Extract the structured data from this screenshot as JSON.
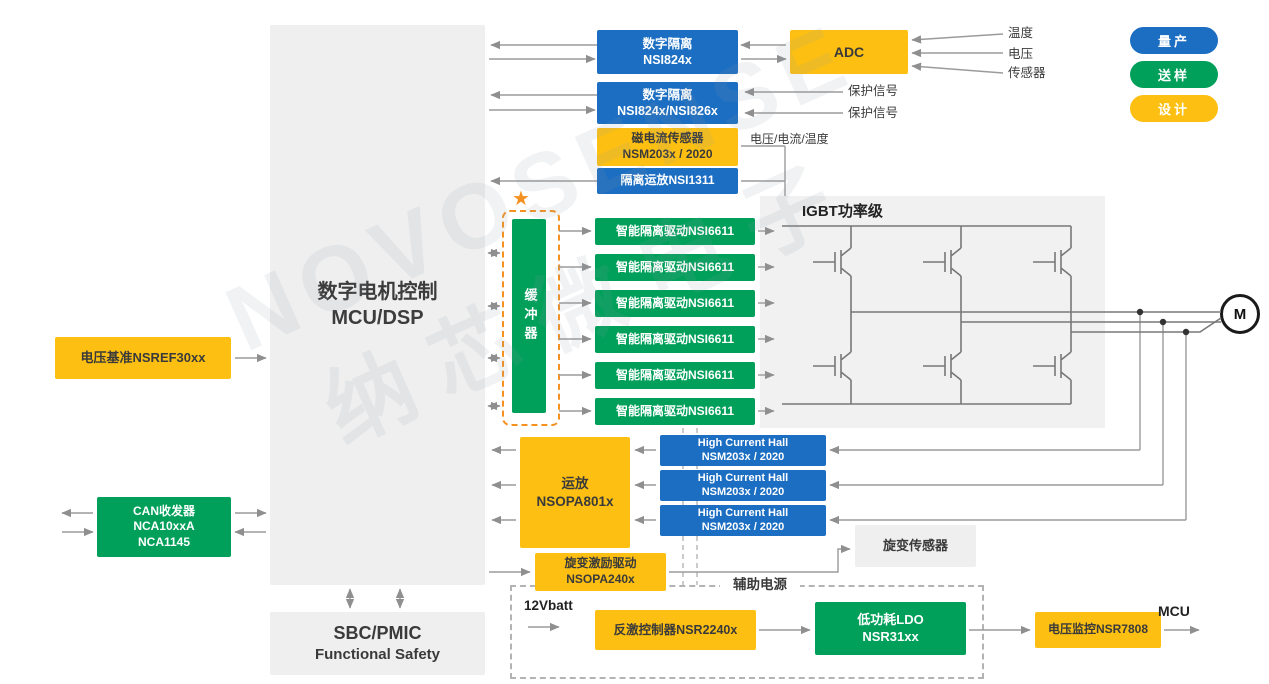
{
  "palette": {
    "blue": "#1b6ec2",
    "green": "#00a05a",
    "yellow": "#fdc012",
    "orange_dashed": "#f59120",
    "gray_block": "#efefef",
    "arrow": "#999999"
  },
  "legend": {
    "items": [
      {
        "label": "量产"
      },
      {
        "label": "送样"
      },
      {
        "label": "设计"
      }
    ]
  },
  "mcu": {
    "line1": "数字电机控制",
    "line2": "MCU/DSP"
  },
  "sbc": {
    "line1": "SBC/PMIC",
    "line2": "Functional Safety"
  },
  "left": {
    "vref": {
      "label": "电压基准NSREF30xx"
    },
    "can": {
      "line1": "CAN收发器",
      "line2": "NCA10xxA",
      "line3": "NCA1145"
    }
  },
  "top": {
    "iso1": {
      "line1": "数字隔离",
      "line2": "NSI824x"
    },
    "adc": {
      "label": "ADC"
    },
    "adc_inputs": [
      "温度",
      "电压",
      "传感器"
    ],
    "iso2": {
      "line1": "数字隔离",
      "line2": "NSI824x/NSI826x"
    },
    "protect1": "保护信号",
    "protect2": "保护信号",
    "mag": {
      "line1": "磁电流传感器",
      "line2": "NSM203x / 2020"
    },
    "isoamp": {
      "label": "隔离运放NSI1311"
    },
    "sense_label": "电压/电流/温度"
  },
  "driver": {
    "star": "★",
    "buffer": {
      "label": "缓冲器"
    },
    "gate_driver_label": "智能隔离驱动NSI6611"
  },
  "igbt": {
    "title": "IGBT功率级",
    "motor": "M"
  },
  "hall": {
    "line1": "High Current Hall",
    "line2": "NSM203x / 2020"
  },
  "opamp": {
    "line1": "运放",
    "line2": "NSOPA801x"
  },
  "resolver": {
    "exciter": {
      "line1": "旋变激励驱动",
      "line2": "NSOPA240x"
    },
    "sensor": {
      "label": "旋变传感器"
    }
  },
  "aux": {
    "title": "辅助电源",
    "vbatt": "12Vbatt",
    "flyback": {
      "label": "反激控制器NSR2240x"
    },
    "ldo": {
      "line1": "低功耗LDO",
      "line2": "NSR31xx"
    },
    "monitor": {
      "label": "电压监控NSR7808"
    },
    "mcu_out": "MCU"
  },
  "watermark": {
    "line1": "NOVOSENSE",
    "line2": "纳芯微电子"
  }
}
